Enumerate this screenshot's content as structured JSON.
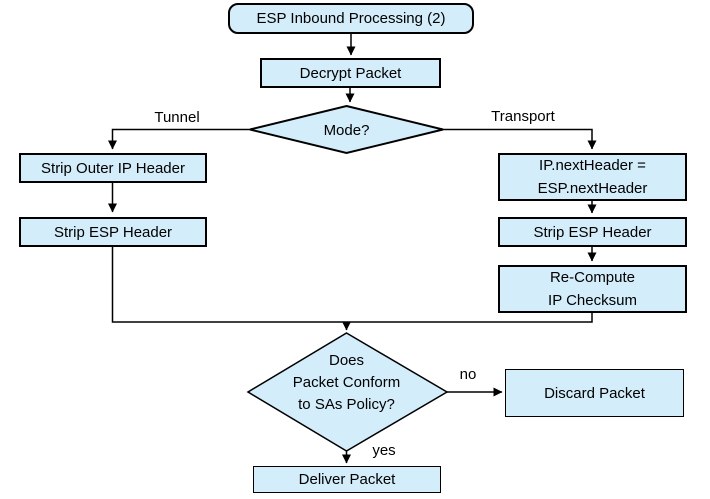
{
  "colors": {
    "background": "#ffffff",
    "node_fill": "#d4edfa",
    "node_border": "#000000",
    "text": "#000000"
  },
  "nodes": {
    "start": "ESP Inbound Processing (2)",
    "decrypt": "Decrypt Packet",
    "mode": "Mode?",
    "strip_outer_ip": "Strip Outer IP Header",
    "strip_esp_left": "Strip ESP Header",
    "ip_next_header": "IP.nextHeader =\nESP.nextHeader",
    "strip_esp_right": "Strip ESP Header",
    "recompute_checksum": "Re-Compute\nIP Checksum",
    "policy_check": "Does\nPacket Conform\nto SAs Policy?",
    "discard": "Discard Packet",
    "deliver": "Deliver Packet"
  },
  "edge_labels": {
    "tunnel": "Tunnel",
    "transport": "Transport",
    "no": "no",
    "yes": "yes"
  }
}
